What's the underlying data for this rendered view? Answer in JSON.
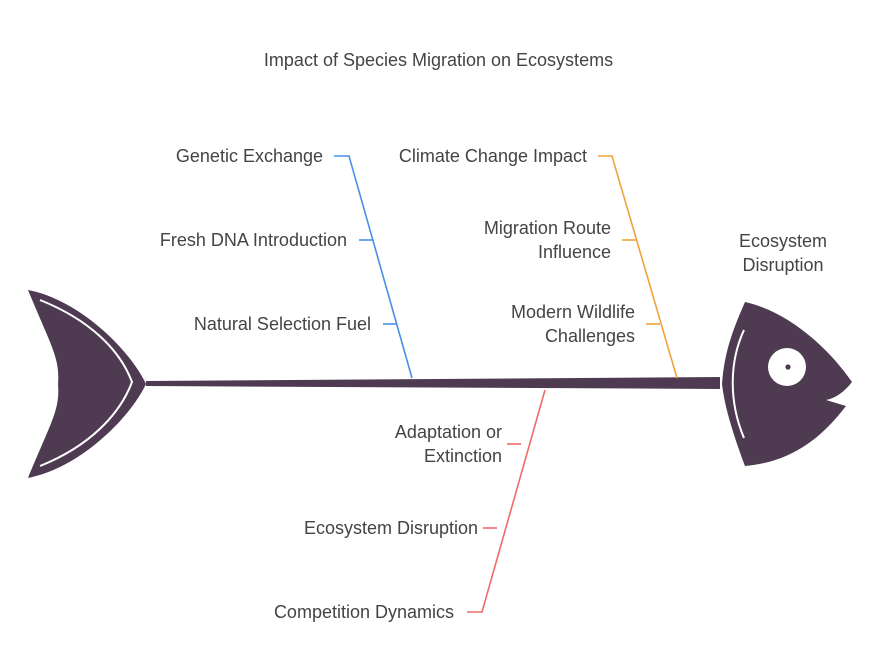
{
  "title": "Impact of Species Migration on Ecosystems",
  "head_label": [
    "Ecosystem",
    "Disruption"
  ],
  "colors": {
    "fish": "#4e3b52",
    "blue": "#4a8fe7",
    "orange": "#f0a33c",
    "red": "#ef6b6b",
    "text": "#444444"
  },
  "branches": [
    {
      "name": "genetic",
      "color": "blue",
      "causes": [
        "Genetic Exchange",
        "Fresh DNA Introduction",
        "Natural Selection Fuel"
      ]
    },
    {
      "name": "climate",
      "color": "orange",
      "causes": [
        [
          "Climate Change Impact"
        ],
        [
          "Migration Route",
          "Influence"
        ],
        [
          "Modern Wildlife",
          "Challenges"
        ]
      ]
    },
    {
      "name": "competition",
      "color": "red",
      "causes": [
        [
          "Adaptation or",
          "Extinction"
        ],
        [
          "Ecosystem Disruption"
        ],
        [
          "Competition Dynamics"
        ]
      ]
    }
  ]
}
